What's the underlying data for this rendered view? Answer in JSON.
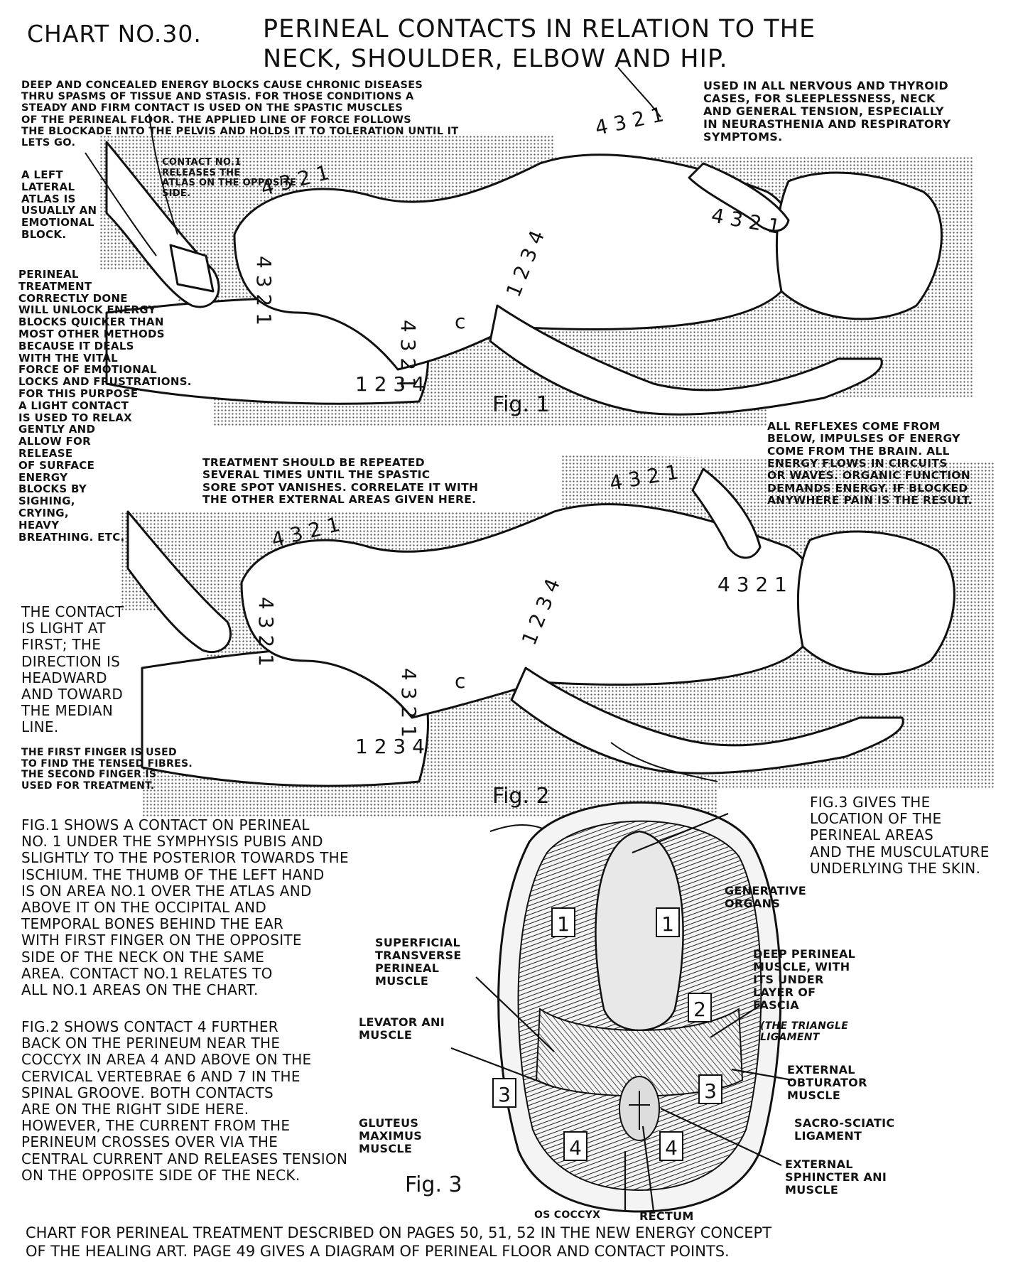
{
  "chart_number": "CHART NO.30.",
  "title": "PERINEAL CONTACTS IN RELATION TO THE\nNECK, SHOULDER, ELBOW AND HIP.",
  "notes": {
    "deep_blocks": "DEEP AND CONCEALED ENERGY BLOCKS CAUSE CHRONIC DISEASES\nTHRU SPASMS OF TISSUE AND STASIS. FOR THOSE CONDITIONS A\nSTEADY AND FIRM CONTACT IS USED ON THE SPASTIC MUSCLES\nOF THE PERINEAL FLOOR. THE APPLIED LINE OF FORCE FOLLOWS\nTHE BLOCKADE INTO THE PELVIS AND HOLDS IT TO TOLERATION UNTIL IT\nLETS GO.",
    "nervous_cases": "USED IN ALL NERVOUS AND THYROID\nCASES, FOR SLEEPLESSNESS, NECK\nAND GENERAL TENSION, ESPECIALLY\nIN NEURASTHENIA AND RESPIRATORY\nSYMPTOMS.",
    "left_lateral_atlas": "A LEFT\nLATERAL\nATLAS IS\nUSUALLY AN\nEMOTIONAL\nBLOCK.",
    "contact_no1": "CONTACT NO.1\nRELEASES THE\nATLAS ON THE OPPOSITE\nSIDE.",
    "perineal_treatment": "PERINEAL\nTREATMENT\nCORRECTLY DONE\nWILL UNLOCK ENERGY\nBLOCKS QUICKER THAN\nMOST OTHER METHODS\nBECAUSE IT DEALS\nWITH THE VITAL\nFORCE OF EMOTIONAL\nLOCKS AND FRUSTRATIONS.\nFOR THIS PURPOSE\nA LIGHT CONTACT\nIS USED TO RELAX\nGENTLY AND\nALLOW FOR\nRELEASE\nOF SURFACE\nENERGY\nBLOCKS BY\nSIGHING,\nCRYING,\nHEAVY\nBREATHING. ETC.",
    "all_reflexes": "ALL REFLEXES COME FROM\nBELOW, IMPULSES OF ENERGY\nCOME FROM THE BRAIN. ALL\nENERGY FLOWS IN CIRCUITS\nOR WAVES. ORGANIC FUNCTION\nDEMANDS ENERGY. IF BLOCKED\nANYWHERE PAIN IS THE RESULT.",
    "repeat_treatment": "TREATMENT SHOULD BE REPEATED\nSEVERAL TIMES UNTIL THE SPASTIC\nSORE SPOT VANISHES. CORRELATE IT WITH\nTHE OTHER EXTERNAL AREAS GIVEN HERE.",
    "contact_light": "THE CONTACT\nIS LIGHT AT\nFIRST; THE\nDIRECTION IS\nHEADWARD\nAND TOWARD\nTHE MEDIAN\nLINE.",
    "first_finger": "THE FIRST FINGER IS USED\nTO FIND THE TENSED FIBRES.\nTHE SECOND FINGER IS\nUSED FOR TREATMENT.",
    "fig3_gives": "FIG.3 GIVES THE\nLOCATION OF THE\nPERINEAL AREAS\nAND THE MUSCULATURE\nUNDERLYING THE SKIN.",
    "fig1_shows": "FIG.1 SHOWS A CONTACT ON PERINEAL\nNO. 1 UNDER THE SYMPHYSIS PUBIS AND\nSLIGHTLY TO THE POSTERIOR TOWARDS THE\nISCHIUM. THE THUMB OF THE LEFT HAND\nIS ON AREA NO.1 OVER THE ATLAS AND\nABOVE IT ON THE OCCIPITAL AND\nTEMPORAL BONES BEHIND THE EAR\nWITH FIRST FINGER ON THE OPPOSITE\nSIDE OF THE NECK ON THE SAME\nAREA. CONTACT NO.1 RELATES TO\nALL NO.1 AREAS ON THE CHART.",
    "fig2_shows": "FIG.2 SHOWS CONTACT 4 FURTHER\nBACK ON THE PERINEUM NEAR THE\nCOCCYX IN AREA 4 AND ABOVE ON THE\nCERVICAL VERTEBRAE 6 AND 7 IN THE\nSPINAL GROOVE. BOTH CONTACTS\nARE ON THE RIGHT SIDE HERE.\nHOWEVER, THE CURRENT FROM THE\nPERINEUM CROSSES OVER VIA THE\nCENTRAL CURRENT AND RELEASES TENSION\nON THE OPPOSITE SIDE OF THE NECK."
  },
  "figures": {
    "fig1": "Fig. 1",
    "fig2": "Fig. 2",
    "fig3": "Fig. 3"
  },
  "body_marks": {
    "seq_4321": "4 3 2 1",
    "seq_1234": "1 2 3 4",
    "c_mark": "c"
  },
  "fig3_labels": {
    "generative_organs": "GENERATIVE\nORGANS",
    "superficial_transverse": "SUPERFICIAL\nTRANSVERSE\nPERINEAL\nMUSCLE",
    "deep_perineal": "DEEP PERINEAL\nMUSCLE, WITH\nITS UNDER\nLAYER OF\nFASCIA",
    "triangle_ligament": "(THE TRIANGLE\nLIGAMENT",
    "levator_ani": "LEVATOR ANI\nMUSCLE",
    "external_obturator": "EXTERNAL\nOBTURATOR\nMUSCLE",
    "sacro_sciatic": "SACRO-SCIATIC\nLIGAMENT",
    "gluteus_maximus": "GLUTEUS\nMAXIMUS\nMUSCLE",
    "external_sphincter": "EXTERNAL\nSPHINCTER ANI\nMUSCLE",
    "os_coccyx": "OS COCCYX",
    "rectum": "RECTUM",
    "area_boxes": [
      "1",
      "1",
      "2",
      "3",
      "3",
      "4",
      "4"
    ]
  },
  "footer": "CHART FOR PERINEAL TREATMENT DESCRIBED ON PAGES 50, 51, 52 IN THE NEW ENERGY CONCEPT\nOF THE HEALING ART. PAGE 49 GIVES A DIAGRAM OF PERINEAL FLOOR AND CONTACT POINTS."
}
